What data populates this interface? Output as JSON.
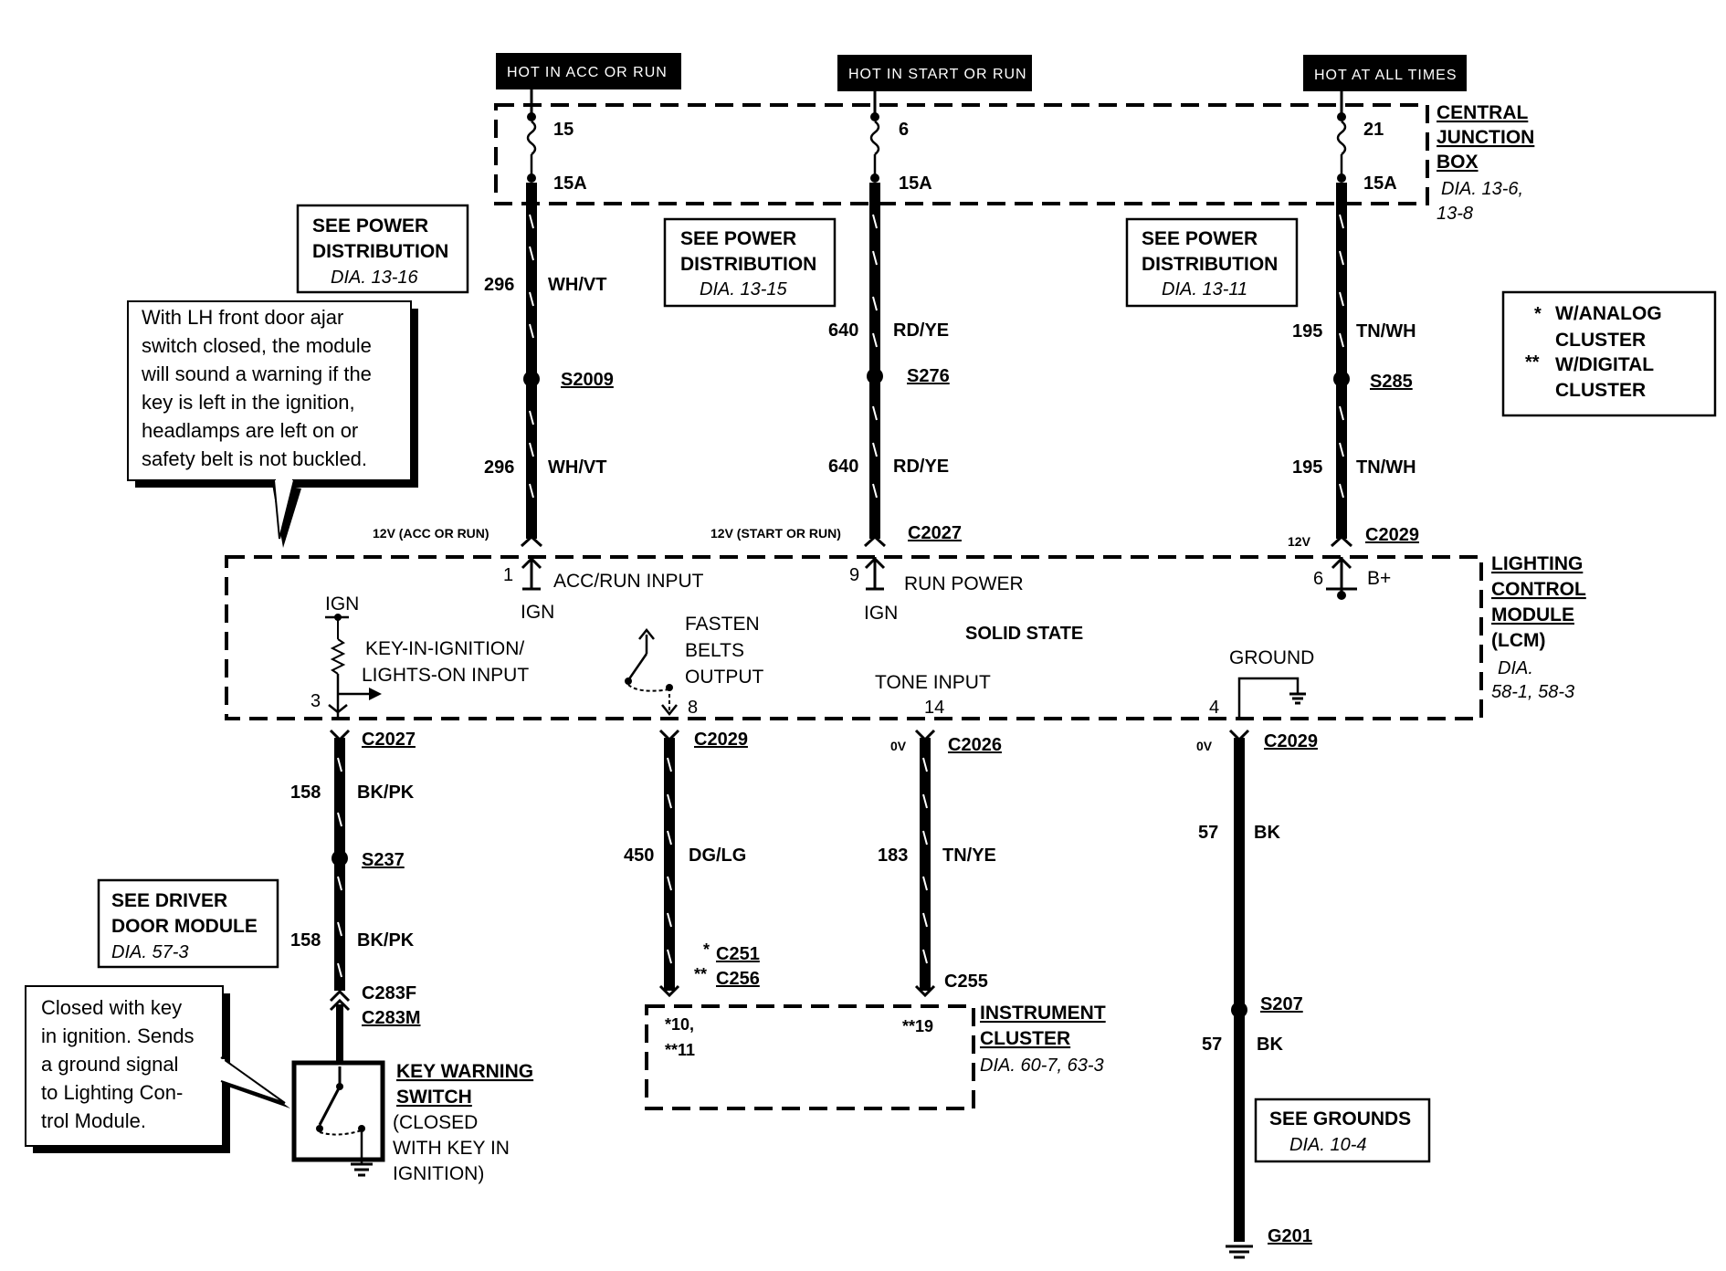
{
  "supplies": [
    {
      "label": "HOT IN ACC OR RUN",
      "fuse": "15",
      "amps": "15A"
    },
    {
      "label": "HOT IN START OR RUN",
      "fuse": "6",
      "amps": "15A"
    },
    {
      "label": "HOT AT ALL TIMES",
      "fuse": "21",
      "amps": "15A"
    }
  ],
  "cjb": {
    "line1": "CENTRAL",
    "line2": "JUNCTION",
    "line3": "BOX",
    "ref1": "DIA. 13-6,",
    "ref2": "13-8"
  },
  "power_refs": [
    {
      "line1": "SEE POWER",
      "line2": "DISTRIBUTION",
      "ref": "DIA. 13-16"
    },
    {
      "line1": "SEE POWER",
      "line2": "DISTRIBUTION",
      "ref": "DIA. 13-15"
    },
    {
      "line1": "SEE POWER",
      "line2": "DISTRIBUTION",
      "ref": "DIA. 13-11"
    }
  ],
  "legend": {
    "star1": "*",
    "item1a": "W/ANALOG",
    "item1b": "CLUSTER",
    "star2": "**",
    "item2a": "W/DIGITAL",
    "item2b": "CLUSTER"
  },
  "wires_top": [
    {
      "circuit": "296",
      "color": "WH/VT",
      "splice": "S2009",
      "circuit2": "296",
      "color2": "WH/VT",
      "voltage": "12V (ACC OR RUN)"
    },
    {
      "circuit": "640",
      "color": "RD/YE",
      "splice": "S276",
      "circuit2": "640",
      "color2": "RD/YE",
      "voltage": "12V (START OR RUN)",
      "connector": "C2027"
    },
    {
      "circuit": "195",
      "color": "TN/WH",
      "splice": "S285",
      "circuit2": "195",
      "color2": "TN/WH",
      "voltage": "12V",
      "connector": "C2029"
    }
  ],
  "callout_top": {
    "lines": [
      "With LH front  door ajar",
      "switch closed, the module",
      "will sound a warning if the",
      "key is left in the ignition,",
      "headlamps are left on or",
      "safety belt is not buckled."
    ]
  },
  "lcm": {
    "line1": "LIGHTING",
    "line2": "CONTROL",
    "line3": "MODULE",
    "line4": "(LCM)",
    "ref1": "DIA.",
    "ref2": "58-1, 58-3",
    "solid_state": "SOLID STATE",
    "pin1": "1",
    "pin1_label": "ACC/RUN INPUT",
    "pin1_sub": "IGN",
    "pin9": "9",
    "pin9_label": "RUN POWER",
    "pin9_sub": "IGN",
    "pin6": "6",
    "pin6_label": "B+",
    "ign_label": "IGN",
    "pin3": "3",
    "pin3_label1": "KEY-IN-IGNITION/",
    "pin3_label2": "LIGHTS-ON INPUT",
    "pin8": "8",
    "pin8_label1": "FASTEN",
    "pin8_label2": "BELTS",
    "pin8_label3": "OUTPUT",
    "pin14": "14",
    "pin14_label": "TONE INPUT",
    "pin4": "4",
    "pin4_label": "GROUND"
  },
  "wires_bottom": [
    {
      "connector": "C2027",
      "circuit": "158",
      "color": "BK/PK",
      "splice": "S237",
      "circuit2": "158",
      "color2": "BK/PK",
      "conn2a": "C283F",
      "conn2b": "C283M"
    },
    {
      "connector": "C2029",
      "circuit": "450",
      "color": "DG/LG",
      "conn2a": "C251",
      "conn2a_star": "*",
      "conn2b": "C256",
      "conn2b_star": "**"
    },
    {
      "connector": "C2026",
      "voltage": "0V",
      "circuit": "183",
      "color": "TN/YE",
      "conn2": "C255"
    },
    {
      "connector": "C2029",
      "voltage": "0V",
      "circuit": "57",
      "color": "BK",
      "splice": "S207",
      "circuit2": "57",
      "color2": "BK",
      "ground": "G201"
    }
  ],
  "driver_door": {
    "line1": "SEE DRIVER",
    "line2": "DOOR MODULE",
    "ref": "DIA. 57-3"
  },
  "callout_bottom": {
    "lines": [
      "Closed with key",
      "in ignition. Sends",
      "a ground signal",
      "to Lighting Con-",
      "trol Module."
    ]
  },
  "key_switch": {
    "line1": "KEY WARNING",
    "line2": "SWITCH",
    "line3": "(CLOSED",
    "line4": "WITH KEY IN",
    "line5": "IGNITION)"
  },
  "cluster": {
    "pin_a": "*10,",
    "pin_b": "**11",
    "pin_c": "**19",
    "line1": "INSTRUMENT",
    "line2": "CLUSTER",
    "ref": "DIA. 60-7, 63-3"
  },
  "grounds": {
    "line1": "SEE GROUNDS",
    "ref": "DIA. 10-4"
  }
}
